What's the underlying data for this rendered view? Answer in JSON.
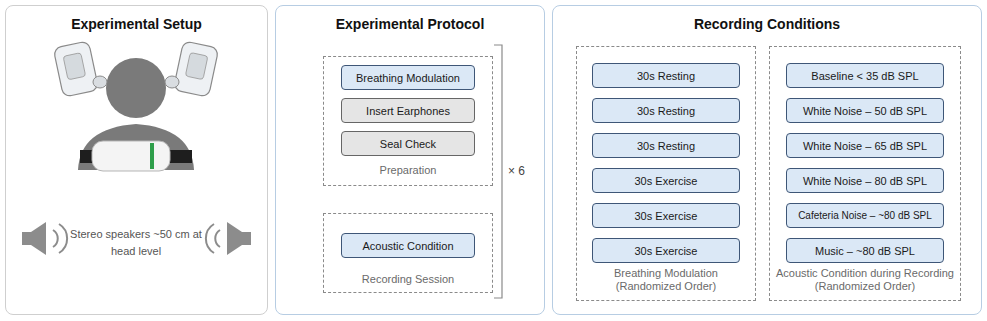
{
  "diagram": {
    "nodes": [
      {
        "text": [
          "Experimental Setup"
        ]
      },
      {
        "text": [
          "Experimental Protocol"
        ]
      },
      {
        "text": [
          "Preparation"
        ],
        "in": 1
      },
      {
        "text": [
          "Breathing Modulation"
        ],
        "in": 2
      },
      {
        "text": [
          "Insert Earphones"
        ],
        "in": 2
      },
      {
        "text": [
          "Seal Check"
        ],
        "in": 2
      },
      {
        "text": [
          "Recording Session"
        ],
        "in": 1
      },
      {
        "text": [
          "Acoustic Condition"
        ],
        "in": 6
      },
      {
        "text": [
          "Recording Conditions"
        ]
      },
      {
        "text": [
          "Breathing Modulation (Randomized Order)"
        ],
        "in": 8
      },
      {
        "text": [
          "30s Resting"
        ],
        "in": 9
      },
      {
        "text": [
          "30s Resting"
        ],
        "in": 9
      },
      {
        "text": [
          "30s Resting"
        ],
        "in": 9
      },
      {
        "text": [
          "30s Exercise"
        ],
        "in": 9
      },
      {
        "text": [
          "30s Exercise"
        ],
        "in": 9
      },
      {
        "text": [
          "30s Exercise"
        ],
        "in": 9
      },
      {
        "text": [
          "Acoustic Condition during Recording (Randomized Order)"
        ],
        "in": 8
      },
      {
        "text": [
          "Baseline < 35 dB SPL"
        ],
        "in": 16
      },
      {
        "text": [
          "White Noise – 50 dB SPL"
        ],
        "in": 16
      },
      {
        "text": [
          "White Noise – 65 dB SPL"
        ],
        "in": 16
      },
      {
        "text": [
          "White Noise – 80 dB SPL"
        ],
        "in": 16
      },
      {
        "text": [
          "Cafeteria Noise – ~80 dB SPL"
        ],
        "in": 16
      },
      {
        "text": [
          "Music – ~80 dB SPL"
        ],
        "in": 16
      }
    ],
    "labels": [
      "Stereo speakers ~50 cm at head level",
      "× 6"
    ]
  }
}
